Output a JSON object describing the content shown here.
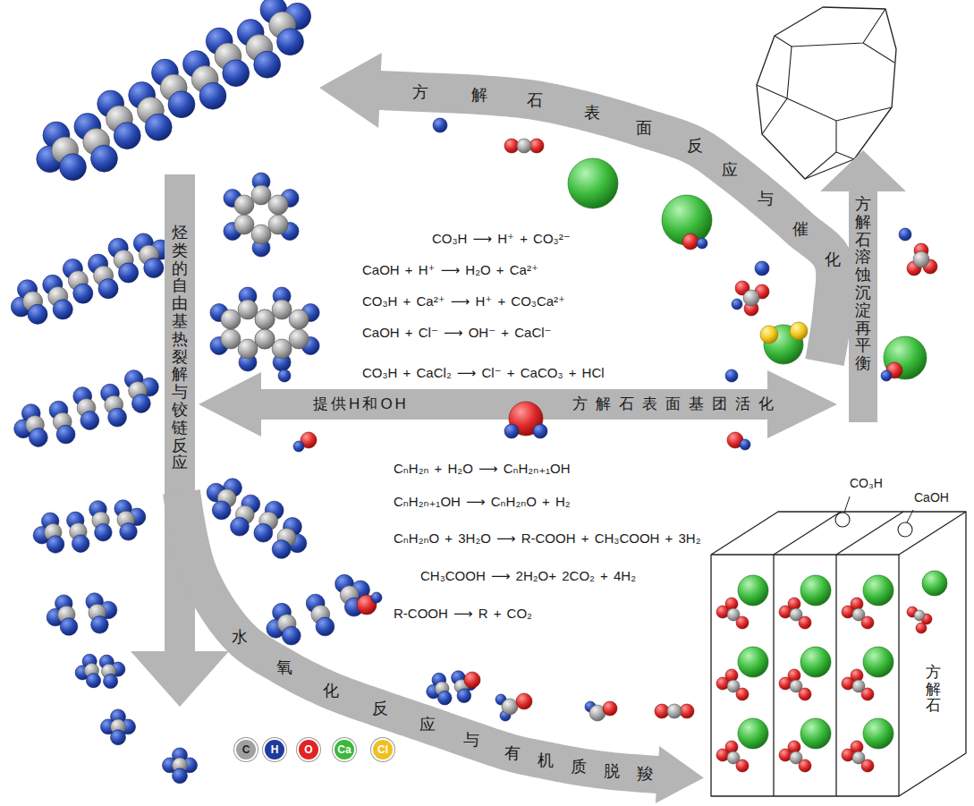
{
  "diagram": {
    "nodes": [
      {
        "text": [
          "方解石表面反应与催化"
        ]
      },
      {
        "text": [
          "方解石溶蚀沉淀再平衡"
        ]
      },
      {
        "text": [
          "烃类的自由基热裂解与铰链反应"
        ]
      },
      {
        "text": [
          "提供H和OH",
          "方解石表面基团活化"
        ]
      },
      {
        "text": [
          "水氧化反应与有机质脱羧"
        ]
      },
      {
        "text": [
          "方解石"
        ]
      }
    ],
    "labels": [
      "CO₃H ⟶ H⁺ + CO₃²⁻",
      "CaOH + H⁺ ⟶ H₂O + Ca²⁺",
      "CO₃H + Ca²⁺ ⟶ H⁺ + CO₃Ca²⁺",
      "CaOH + Cl⁻ ⟶ OH⁻ + CaCl⁻",
      "CO₃H + CaCl₂ ⟶ Cl⁻ + CaCO₃ + HCl",
      "CₙH₂ₙ + H₂O ⟶ CₙH₂ₙ₊₁OH",
      "CₙH₂ₙ₊₁OH ⟶ CₙH₂ₙO + H₂",
      "CₙH₂ₙO + 3H₂O ⟶ R-COOH + CH₃COOH + 3H₂",
      "CH₃COOH ⟶ 2H₂O+ 2CO₂ + 4H₂",
      "R-COOH ⟶ R + CO₂",
      "CO₃H",
      "CaOH"
    ],
    "legend": [
      {
        "text": "C",
        "color": "#a0a0a0"
      },
      {
        "text": "H",
        "color": "#1f3c9c"
      },
      {
        "text": "O",
        "color": "#e02424"
      },
      {
        "text": "Ca",
        "color": "#3cb83c"
      },
      {
        "text": "Cl",
        "color": "#f0c020"
      }
    ]
  }
}
